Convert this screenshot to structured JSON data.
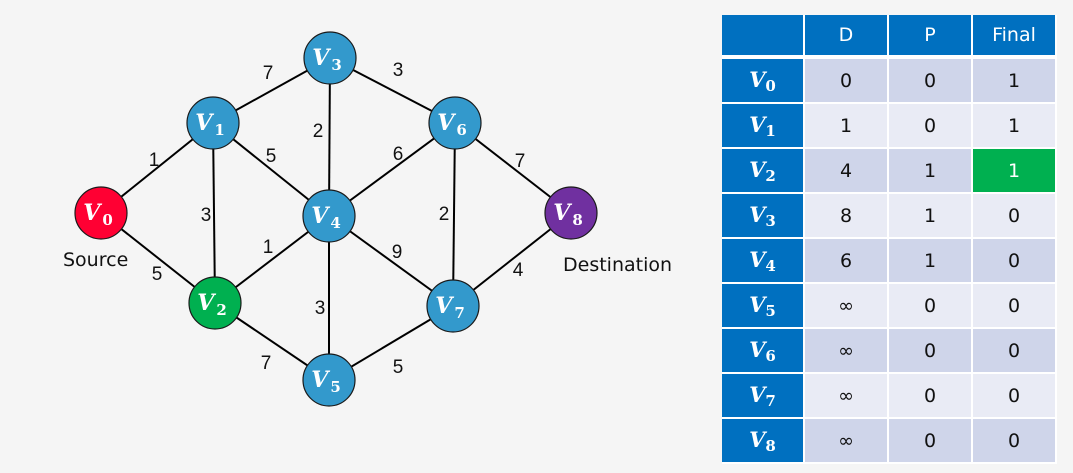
{
  "graph": {
    "colors": {
      "default": "#3399cc",
      "source": "#ff0033",
      "selected": "#00b050",
      "destination": "#7030a0"
    },
    "nodes": [
      {
        "id": "V0",
        "sub": "0",
        "role": "source"
      },
      {
        "id": "V1",
        "sub": "1",
        "role": "default"
      },
      {
        "id": "V2",
        "sub": "2",
        "role": "selected"
      },
      {
        "id": "V3",
        "sub": "3",
        "role": "default"
      },
      {
        "id": "V4",
        "sub": "4",
        "role": "default"
      },
      {
        "id": "V5",
        "sub": "5",
        "role": "default"
      },
      {
        "id": "V6",
        "sub": "6",
        "role": "default"
      },
      {
        "id": "V7",
        "sub": "7",
        "role": "default"
      },
      {
        "id": "V8",
        "sub": "8",
        "role": "destination"
      }
    ],
    "edges": [
      {
        "from": "V0",
        "to": "V1",
        "weight": "1"
      },
      {
        "from": "V0",
        "to": "V2",
        "weight": "5"
      },
      {
        "from": "V1",
        "to": "V2",
        "weight": "3"
      },
      {
        "from": "V1",
        "to": "V3",
        "weight": "7"
      },
      {
        "from": "V1",
        "to": "V4",
        "weight": "5"
      },
      {
        "from": "V2",
        "to": "V4",
        "weight": "1"
      },
      {
        "from": "V2",
        "to": "V5",
        "weight": "7"
      },
      {
        "from": "V3",
        "to": "V4",
        "weight": "2"
      },
      {
        "from": "V3",
        "to": "V6",
        "weight": "3"
      },
      {
        "from": "V4",
        "to": "V5",
        "weight": "3"
      },
      {
        "from": "V4",
        "to": "V6",
        "weight": "6"
      },
      {
        "from": "V4",
        "to": "V7",
        "weight": "9"
      },
      {
        "from": "V5",
        "to": "V7",
        "weight": "5"
      },
      {
        "from": "V6",
        "to": "V7",
        "weight": "2"
      },
      {
        "from": "V6",
        "to": "V8",
        "weight": "7"
      },
      {
        "from": "V7",
        "to": "V8",
        "weight": "4"
      }
    ],
    "source_label": "Source",
    "destination_label": "Destination"
  },
  "table": {
    "headers": [
      "",
      "D",
      "P",
      "Final"
    ],
    "rows": [
      {
        "vertex": "V",
        "sub": "0",
        "D": "0",
        "P": "0",
        "Final": "1",
        "highlight": false
      },
      {
        "vertex": "V",
        "sub": "1",
        "D": "1",
        "P": "0",
        "Final": "1",
        "highlight": false
      },
      {
        "vertex": "V",
        "sub": "2",
        "D": "4",
        "P": "1",
        "Final": "1",
        "highlight": true
      },
      {
        "vertex": "V",
        "sub": "3",
        "D": "8",
        "P": "1",
        "Final": "0",
        "highlight": false
      },
      {
        "vertex": "V",
        "sub": "4",
        "D": "6",
        "P": "1",
        "Final": "0",
        "highlight": false
      },
      {
        "vertex": "V",
        "sub": "5",
        "D": "∞",
        "P": "0",
        "Final": "0",
        "highlight": false
      },
      {
        "vertex": "V",
        "sub": "6",
        "D": "∞",
        "P": "0",
        "Final": "0",
        "highlight": false
      },
      {
        "vertex": "V",
        "sub": "7",
        "D": "∞",
        "P": "0",
        "Final": "0",
        "highlight": false
      },
      {
        "vertex": "V",
        "sub": "8",
        "D": "∞",
        "P": "0",
        "Final": "0",
        "highlight": false
      }
    ],
    "highlight_color": "#00b050"
  }
}
